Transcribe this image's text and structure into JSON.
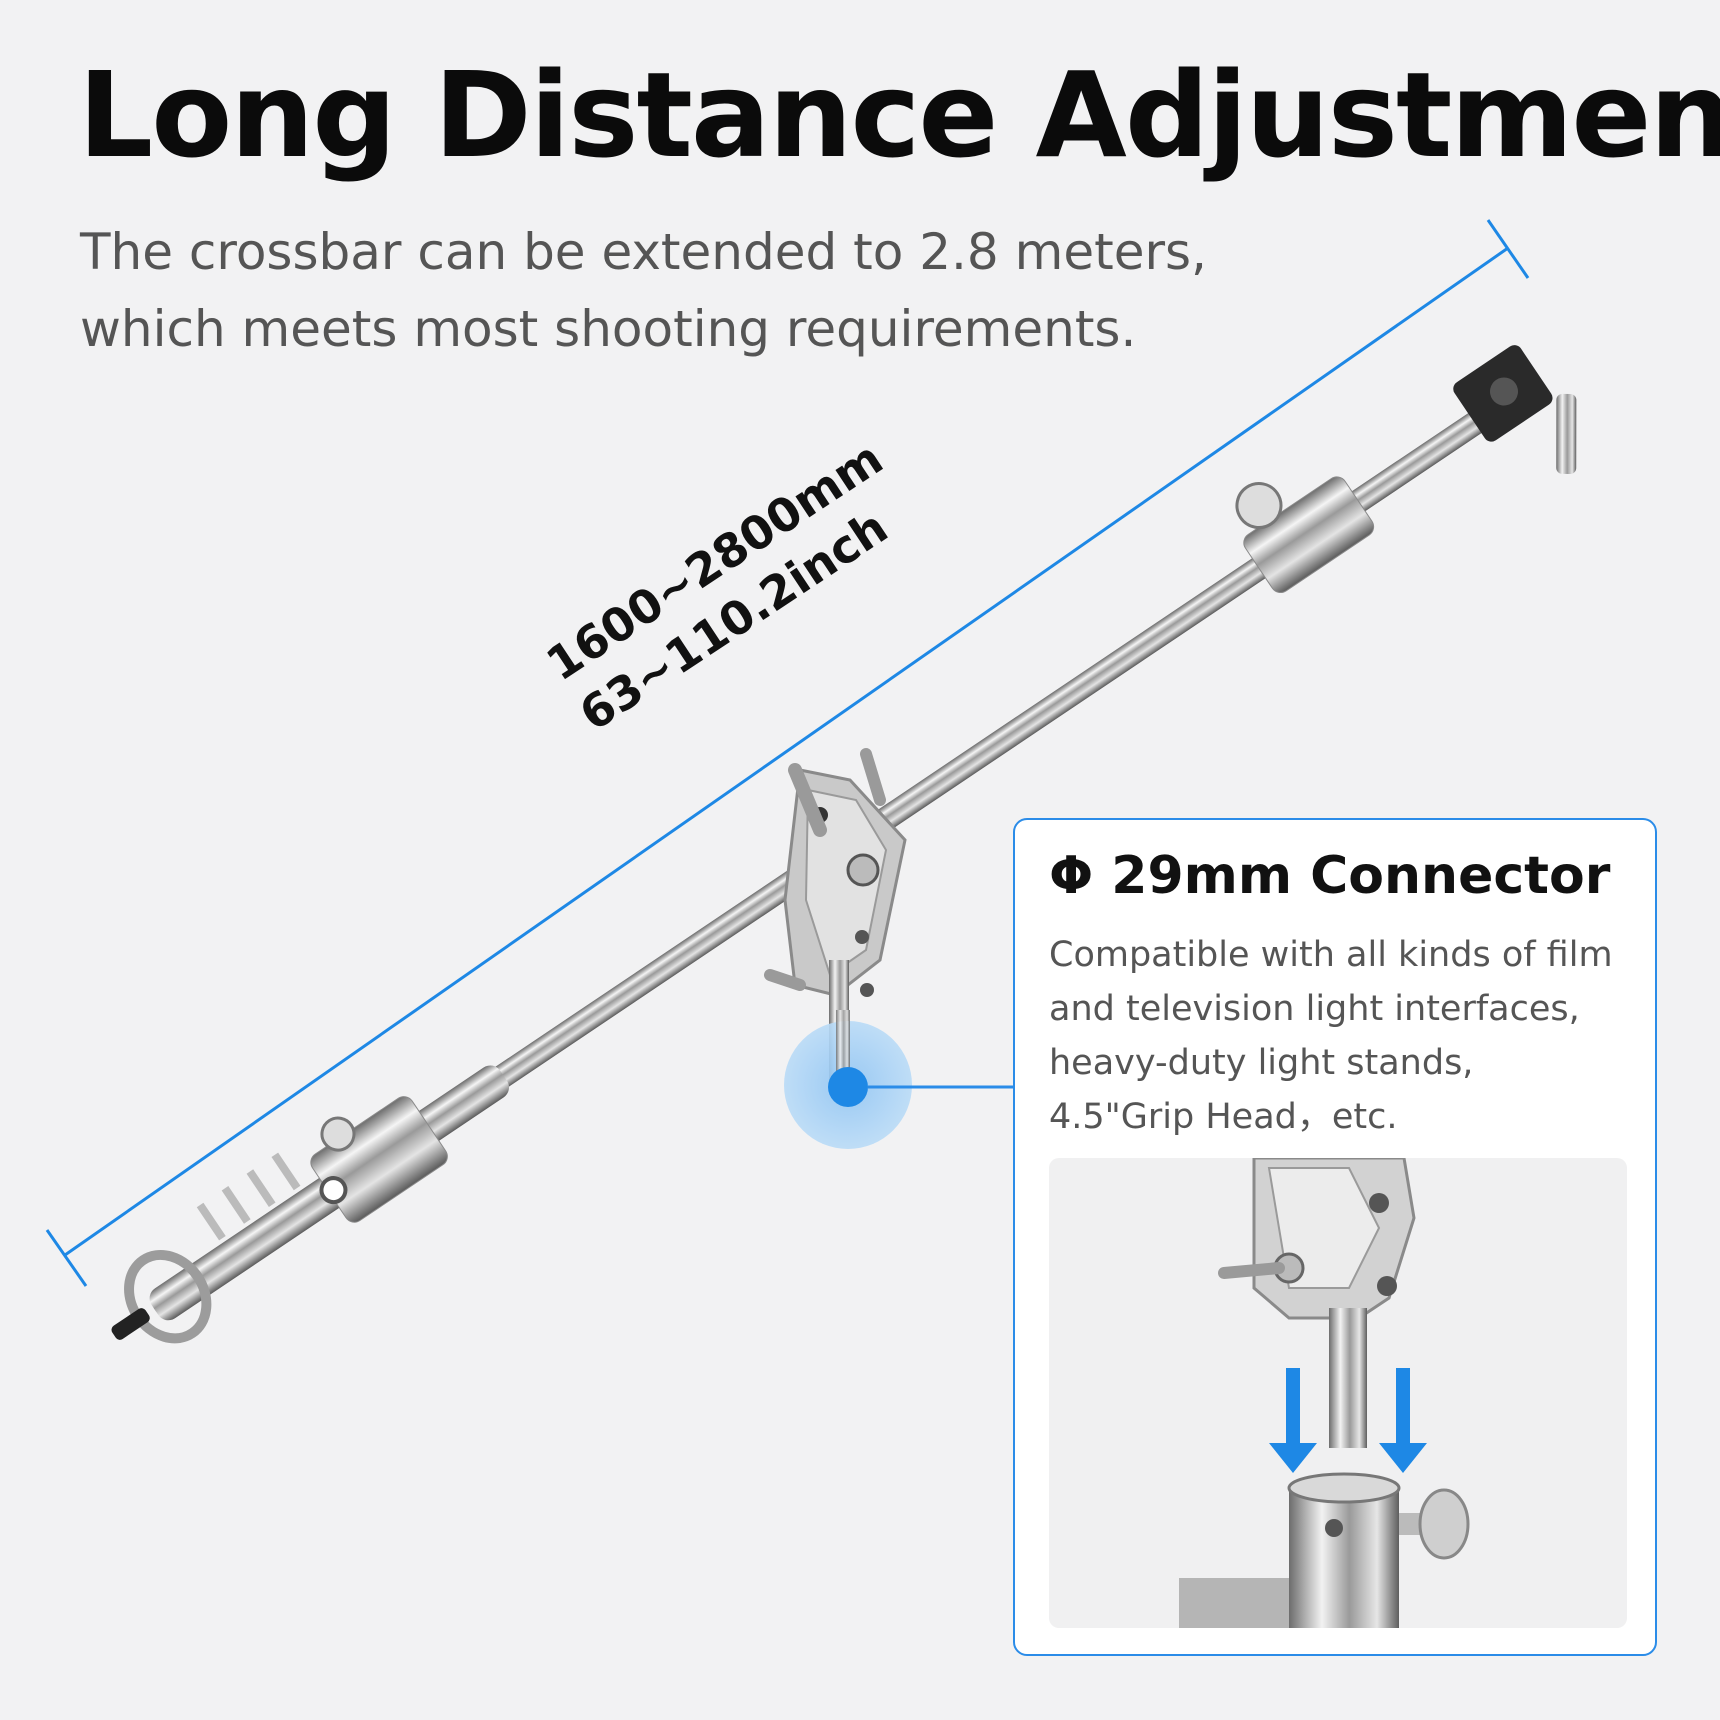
{
  "header": {
    "title": "Long Distance Adjustment",
    "subtitle_lines": [
      "The crossbar can be extended to 2.8 meters,",
      "which meets most shooting requirements."
    ]
  },
  "dimension": {
    "mm": "1600~2800mm",
    "inch": "63~110.2inch"
  },
  "connector": {
    "title": "Φ 29mm Connector",
    "description_lines": [
      "Compatible with all kinds of film",
      "and television light interfaces,",
      "heavy-duty light stands,",
      "4.5\"Grip Head，etc."
    ]
  },
  "colors": {
    "accent": "#1e88e5",
    "highlight": "#2b8ce8",
    "background": "#f2f2f3"
  }
}
